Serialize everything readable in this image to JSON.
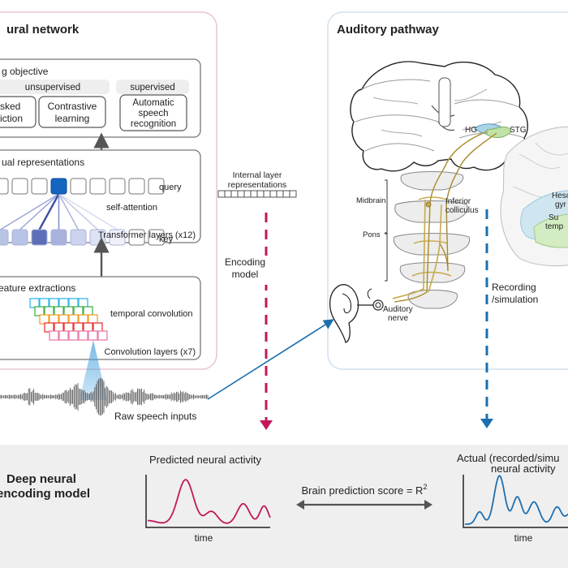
{
  "nn": {
    "title": "ural network",
    "objective": {
      "title": "g objective",
      "unsup_label": "unsupervised",
      "sup_label": "supervised",
      "masked_l1": "sked",
      "masked_l2": "iction",
      "contrastive_l1": "Contrastive",
      "contrastive_l2": "learning",
      "asr_l1": "Automatic",
      "asr_l2": "speech",
      "asr_l3": "recognition"
    },
    "contextual": {
      "title": "ual representations",
      "query": "query",
      "self_attention": "self-attention",
      "key": "key",
      "layers": "Transformer layers (x12)"
    },
    "feature": {
      "title": "eature extractions",
      "temporal": "temporal convolution",
      "layers": "Convolution layers (x7)"
    },
    "raw": "Raw speech inputs"
  },
  "internal": {
    "l1": "Internal layer",
    "l2": "representations"
  },
  "encoding_model": {
    "l1": "Encoding",
    "l2": "model"
  },
  "recording": {
    "l1": "Recording",
    "l2": "/simulation"
  },
  "auditory": {
    "title": "Auditory pathway",
    "hg": "HG",
    "stg": "STG",
    "midbrain": "Midbrain",
    "inferior_l1": "Inferior",
    "inferior_l2": "colliculus",
    "pons": "Pons",
    "nerve_l1": "Auditory",
    "nerve_l2": "nerve",
    "hesc_l1": "Hesc",
    "hesc_l2": "gyr",
    "sup_l1": "Su",
    "sup_l2": "temp"
  },
  "bottom": {
    "title_l1": "Deep neural",
    "title_l2": "encoding model",
    "predicted": "Predicted neural activity",
    "score": "Brain prediction score = R",
    "score_sup": "2",
    "actual_l1": "Actual (recorded/simu",
    "actual_l2": "neural activity",
    "time_left": "time",
    "time_right": "time"
  },
  "colors": {
    "nn_accent": "#c2185b",
    "auditory_accent": "#1a6fae",
    "pred_trace": "#c2185b",
    "actual_trace": "#1f6fb0",
    "query_active": "#1565c0"
  }
}
